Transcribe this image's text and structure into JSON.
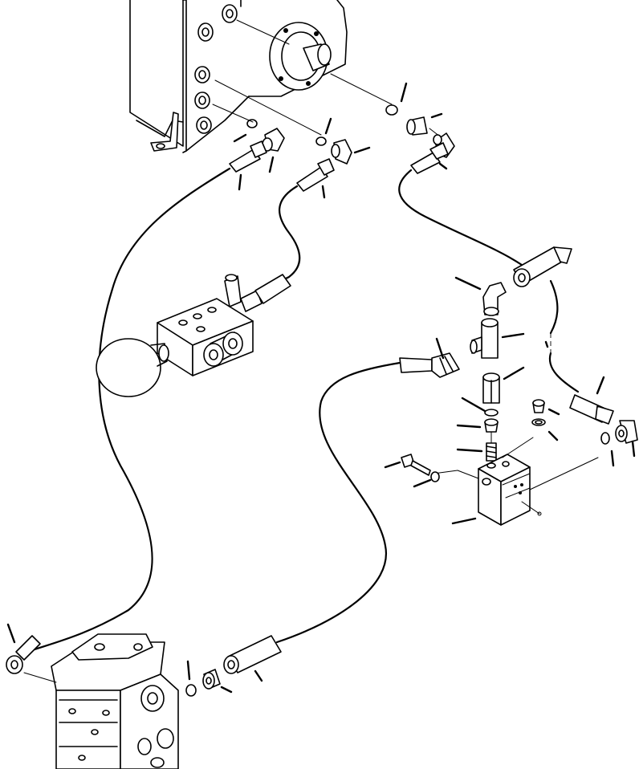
{
  "drawing": {
    "type": "exploded-parts-diagram",
    "text_labels": [],
    "components": [
      "tank-housing",
      "tank-flange",
      "hose-tank-left",
      "hose-tank-middle",
      "hose-tank-right",
      "accumulator-valve-block",
      "accumulator-sphere",
      "manifold-block",
      "elbow-fittings",
      "adapter-fittings",
      "o-rings",
      "bolt",
      "washer",
      "hydraulic-pump",
      "pump-hose"
    ],
    "leader_count": 34
  }
}
